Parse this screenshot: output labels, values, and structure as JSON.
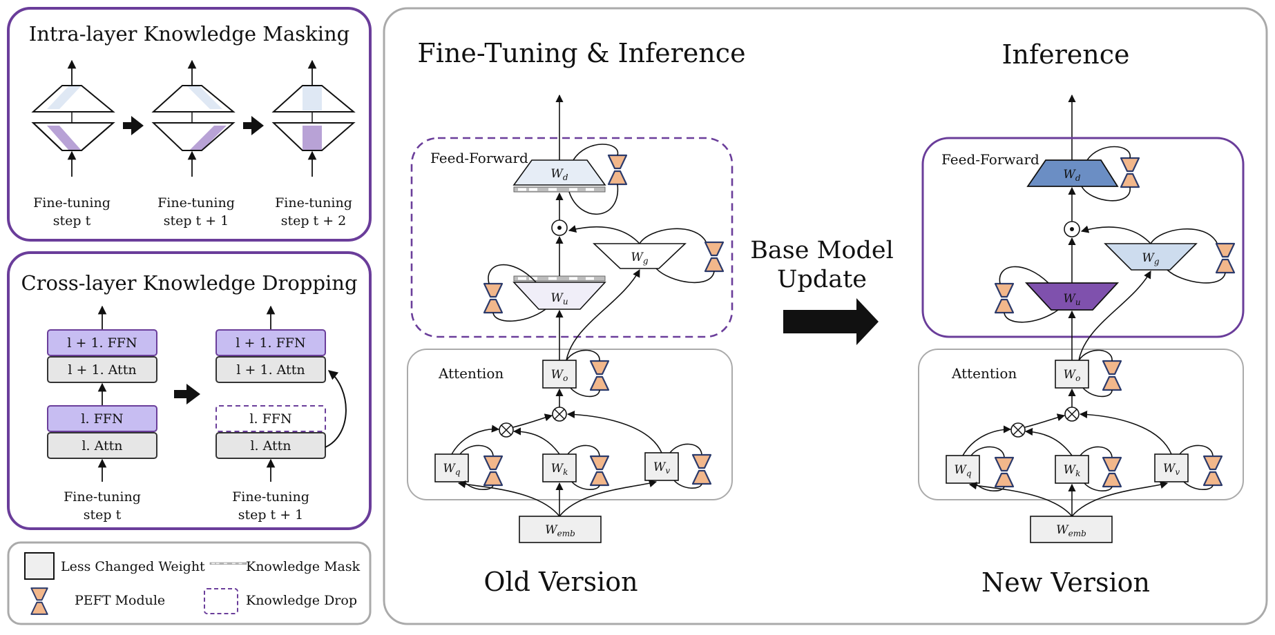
{
  "panels": {
    "masking": {
      "title": "Intra-layer Knowledge Masking",
      "steps": [
        {
          "line1": "Fine-tuning",
          "line2": "step t"
        },
        {
          "line1": "Fine-tuning",
          "line2": "step t + 1"
        },
        {
          "line1": "Fine-tuning",
          "line2": "step t + 2"
        }
      ]
    },
    "dropping": {
      "title": "Cross-layer Knowledge Dropping",
      "blocks": {
        "ffn_top": "l + 1. FFN",
        "attn_top": "l + 1. Attn",
        "ffn_bottom": "l. FFN",
        "attn_bottom": "l. Attn"
      },
      "steps": [
        {
          "line1": "Fine-tuning",
          "line2": "step t"
        },
        {
          "line1": "Fine-tuning",
          "line2": "step t + 1"
        }
      ]
    },
    "legend": {
      "less_changed": "Less Changed Weight",
      "mask": "Knowledge Mask",
      "peft": "PEFT Module",
      "drop": "Knowledge Drop"
    }
  },
  "main": {
    "left_title": "Fine-Tuning & Inference",
    "right_title": "Inference",
    "left_footer": "Old Version",
    "right_footer": "New Version",
    "arrow_line1": "Base Model",
    "arrow_line2": "Update",
    "ff_label": "Feed-Forward",
    "attn_label": "Attention",
    "weights": {
      "d": {
        "base": "W",
        "sub": "d"
      },
      "u": {
        "base": "W",
        "sub": "u"
      },
      "g": {
        "base": "W",
        "sub": "g"
      },
      "o": {
        "base": "W",
        "sub": "o"
      },
      "q": {
        "base": "W",
        "sub": "q"
      },
      "k": {
        "base": "W",
        "sub": "k"
      },
      "v": {
        "base": "W",
        "sub": "v"
      },
      "emb": {
        "base": "W",
        "sub": "emb"
      }
    }
  },
  "colors": {
    "purple_frame": "#6a3d9a",
    "gray_frame": "#aaaaaa",
    "ffn_fill": "#c7bdf2",
    "attn_fill": "#e6e6e6",
    "wd_new": "#6b8ec4",
    "wg_new": "#cddcee",
    "wu_new": "#7f51ad",
    "peft_fill": "#f2b78b",
    "peft_edge": "#2b3a6b"
  }
}
